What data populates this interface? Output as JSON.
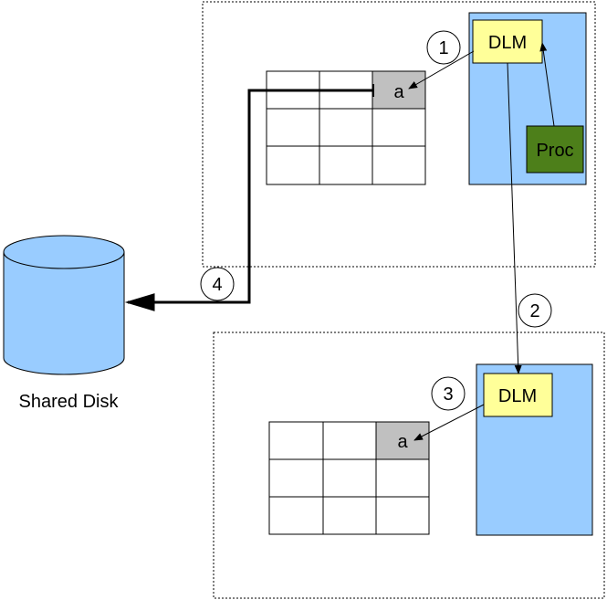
{
  "disk": {
    "label": "Shared Disk",
    "fill": "#99ccff"
  },
  "node_top": {
    "dlm_label": "DLM",
    "proc_label": "Proc",
    "cell_label": "a"
  },
  "node_bottom": {
    "dlm_label": "DLM",
    "cell_label": "a"
  },
  "steps": [
    "1",
    "2",
    "3",
    "4"
  ],
  "colors": {
    "dlm_fill": "#ffff99",
    "node_fill": "#99ccff",
    "proc_fill": "#4d7f1a",
    "cell_fill": "#c0c0c0"
  }
}
